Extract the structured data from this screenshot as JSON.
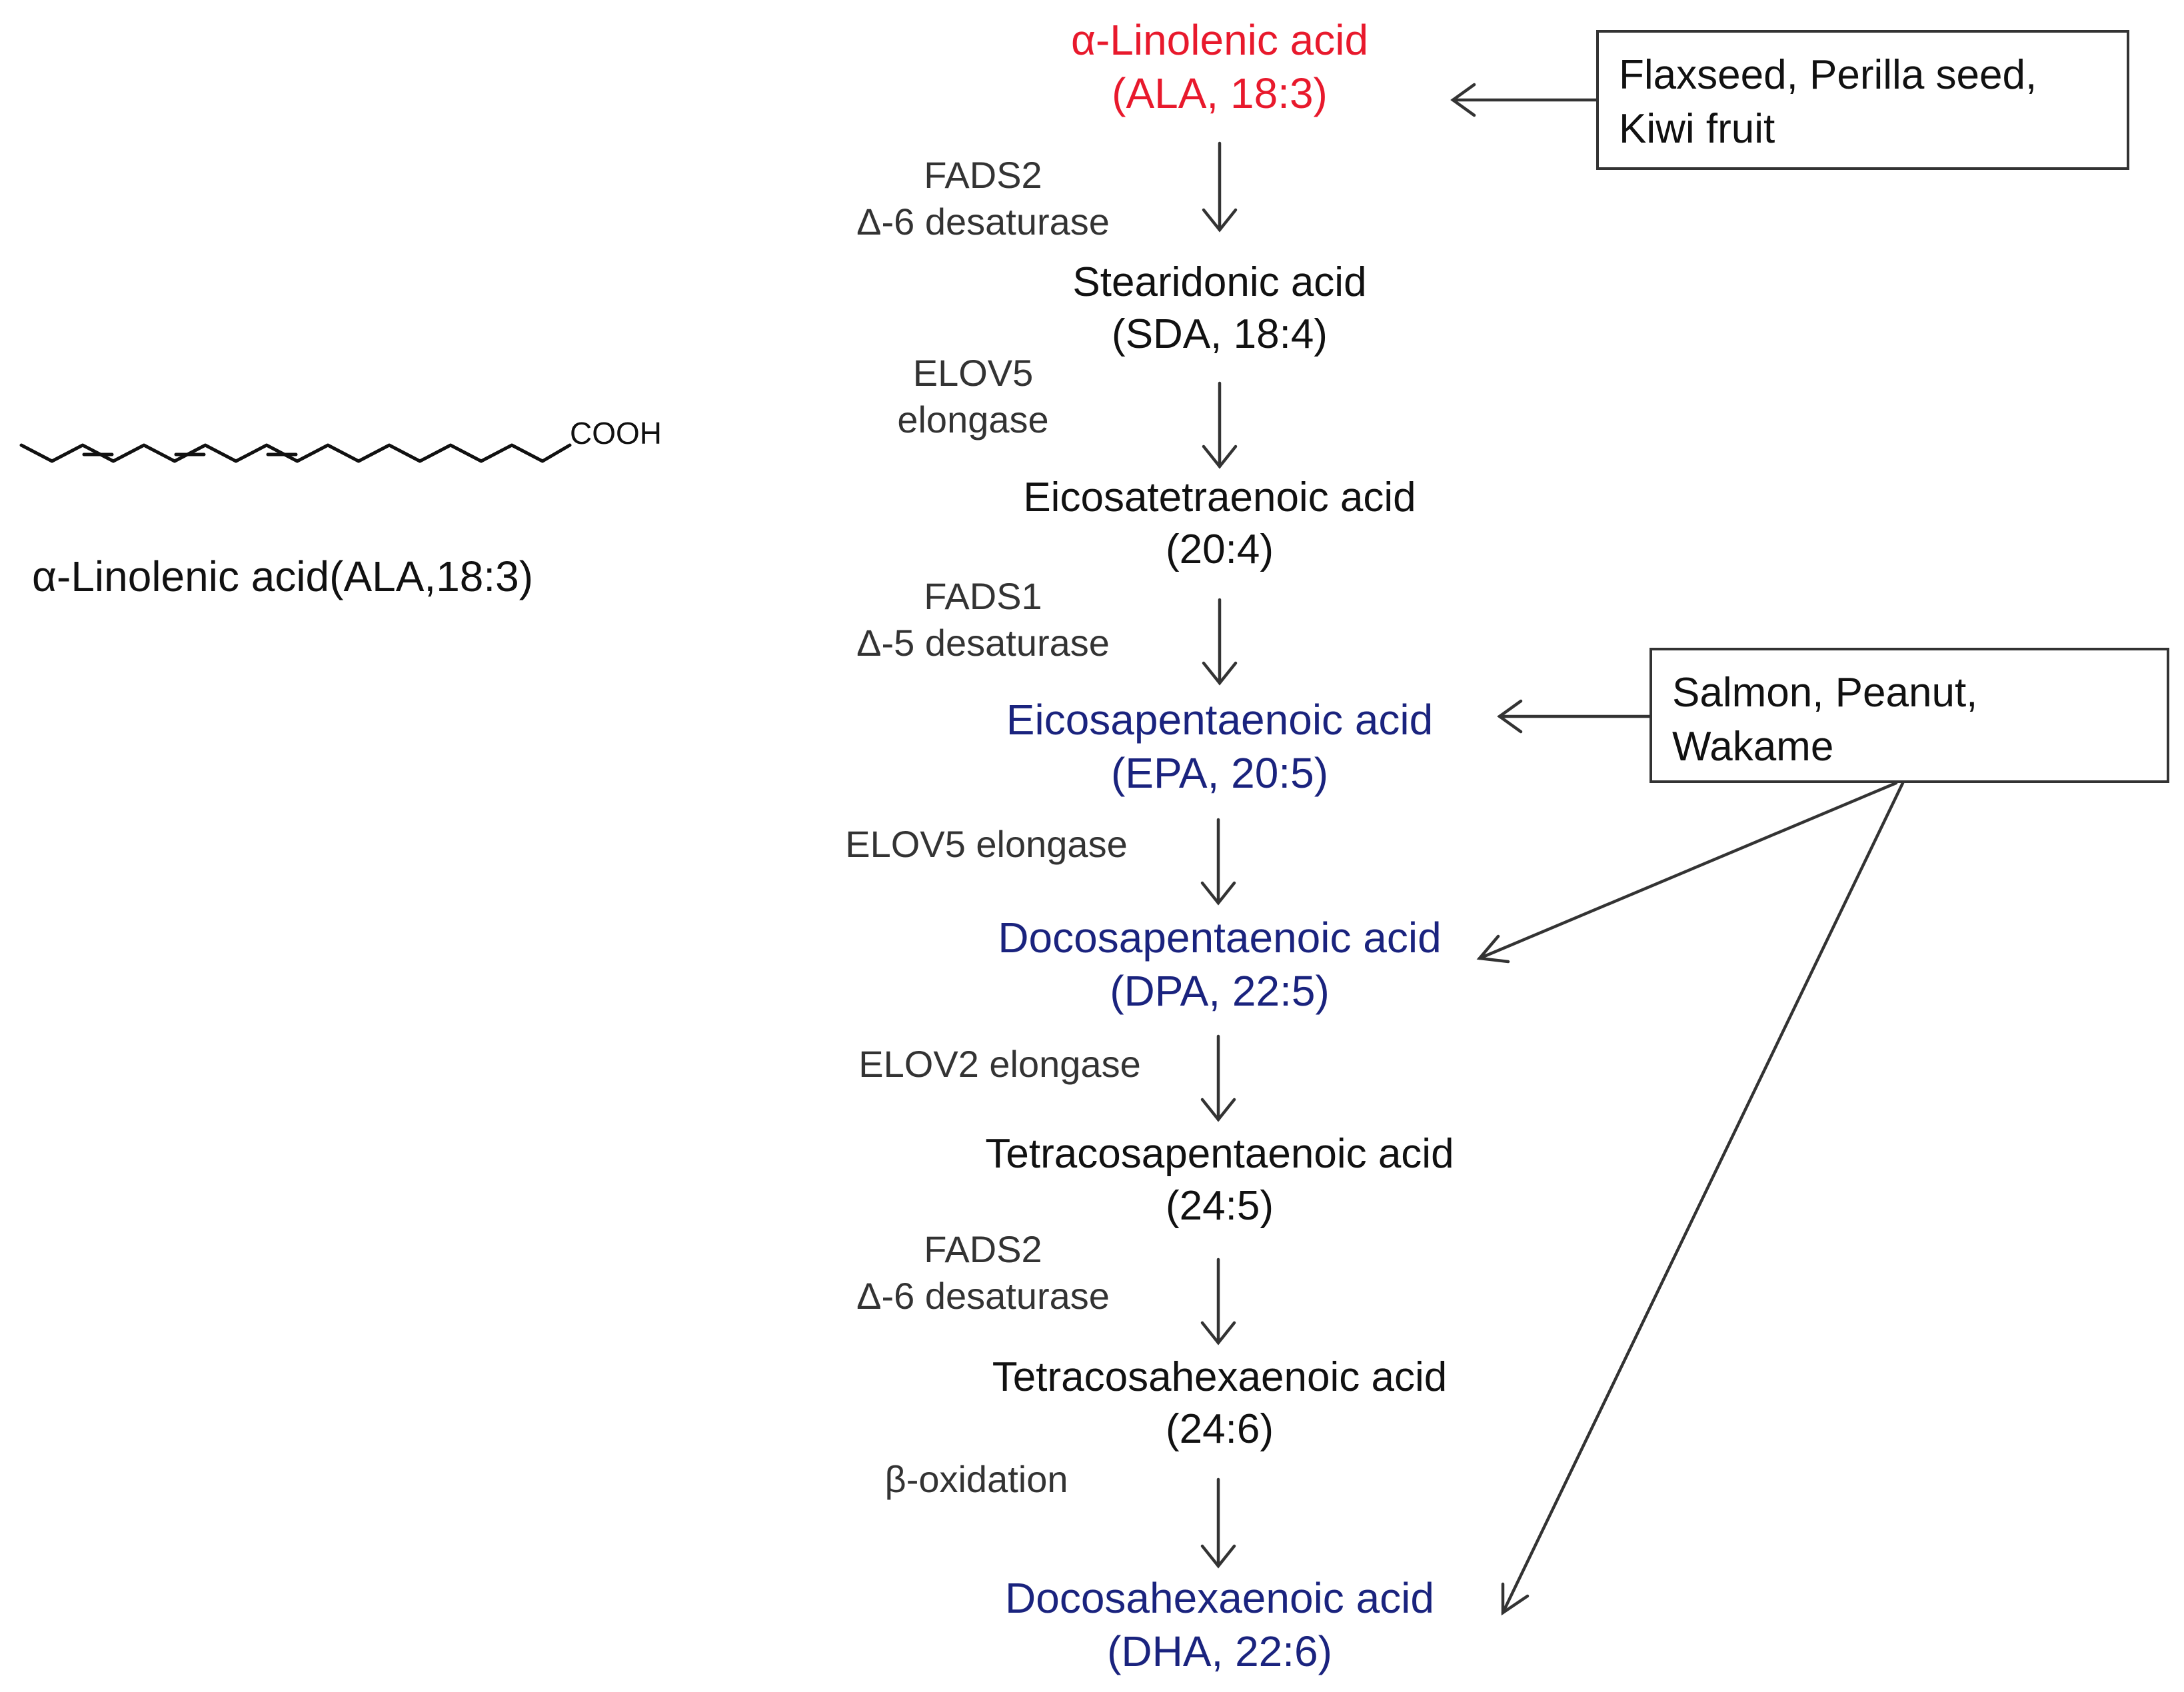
{
  "pathway": {
    "ala": {
      "name": "α-Linolenic acid",
      "abbr": "(ALA, 18:3)"
    },
    "sda": {
      "name": "Stearidonic acid",
      "abbr": "(SDA, 18:4)"
    },
    "eta": {
      "name": "Eicosatetraenoic acid",
      "abbr": "(20:4)"
    },
    "epa": {
      "name": "Eicosapentaenoic acid",
      "abbr": "(EPA, 20:5)"
    },
    "dpa": {
      "name": "Docosapentaenoic acid",
      "abbr": "(DPA, 22:5)"
    },
    "tpa": {
      "name": "Tetracosapentaenoic acid",
      "abbr": "(24:5)"
    },
    "tha": {
      "name": "Tetracosahexaenoic acid",
      "abbr": "(24:6)"
    },
    "dha": {
      "name": "Docosahexaenoic acid",
      "abbr": "(DHA, 22:6)"
    }
  },
  "enzymes": {
    "e1": {
      "line1": "FADS2",
      "line2": "Δ-6 desaturase"
    },
    "e2": {
      "line1": "ELOV5",
      "line2": "elongase"
    },
    "e3": {
      "line1": "FADS1",
      "line2": "Δ-5 desaturase"
    },
    "e4": {
      "line1": "ELOV5 elongase"
    },
    "e5": {
      "line1": "ELOV2 elongase"
    },
    "e6": {
      "line1": "FADS2",
      "line2": "Δ-6 desaturase"
    },
    "e7": {
      "line1": "β-oxidation"
    }
  },
  "sources": {
    "plant": {
      "line1": "Flaxseed, Perilla seed,",
      "line2": "Kiwi fruit"
    },
    "marine": {
      "line1": "Salmon, Peanut,",
      "line2": "Wakame"
    }
  },
  "structure": {
    "cooh": "COOH",
    "caption": "α-Linolenic acid(ALA,18:3)"
  },
  "colors": {
    "highlight_red": "#e8192c",
    "highlight_blue": "#1a237e",
    "text": "#111111"
  }
}
